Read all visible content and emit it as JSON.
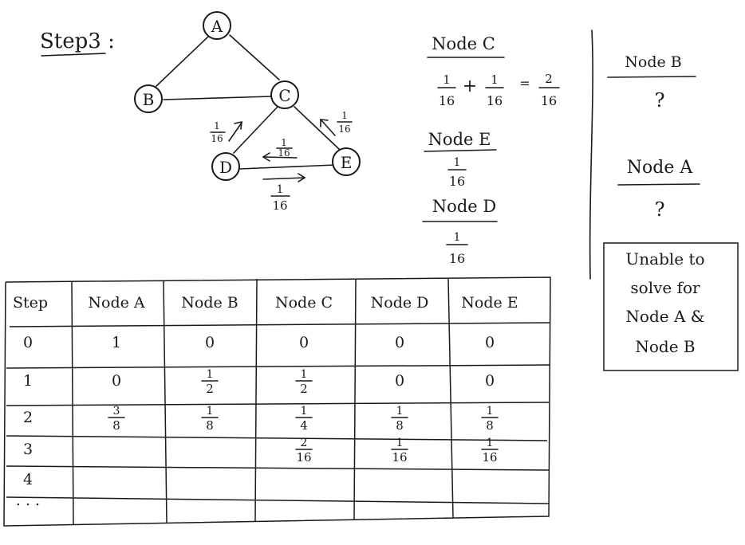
{
  "step_title": "Step3 :",
  "graph": {
    "nodes": [
      {
        "id": "A",
        "label": "A"
      },
      {
        "id": "B",
        "label": "B"
      },
      {
        "id": "C",
        "label": "C"
      },
      {
        "id": "D",
        "label": "D"
      },
      {
        "id": "E",
        "label": "E"
      }
    ],
    "edges": [
      [
        "A",
        "B"
      ],
      [
        "A",
        "C"
      ],
      [
        "B",
        "C"
      ],
      [
        "C",
        "D"
      ],
      [
        "C",
        "E"
      ],
      [
        "D",
        "E"
      ]
    ],
    "flow_labels": {
      "d_to_c": {
        "num": "1",
        "den": "16"
      },
      "e_to_c": {
        "num": "1",
        "den": "16"
      },
      "e_to_d": {
        "num": "1",
        "den": "16"
      },
      "d_to_e": {
        "num": "1",
        "den": "16"
      }
    }
  },
  "calculations": {
    "node_c": {
      "title": "Node C",
      "term1": {
        "num": "1",
        "den": "16"
      },
      "plus": "+",
      "term2": {
        "num": "1",
        "den": "16"
      },
      "equals": "=",
      "result": {
        "num": "2",
        "den": "16"
      }
    },
    "node_e": {
      "title": "Node E",
      "value": {
        "num": "1",
        "den": "16"
      }
    },
    "node_d": {
      "title": "Node D",
      "value": {
        "num": "1",
        "den": "16"
      }
    }
  },
  "side_panel": {
    "node_b": {
      "title": "Node B",
      "value": "?"
    },
    "node_a": {
      "title": "Node A",
      "value": "?"
    },
    "note_lines": [
      "Unable to",
      "solve for",
      "Node A &",
      "Node B"
    ]
  },
  "table": {
    "headers": [
      "Step",
      "Node A",
      "Node B",
      "Node C",
      "Node D",
      "Node E"
    ],
    "rows": [
      {
        "step": "0",
        "cells": [
          {
            "v": "1"
          },
          {
            "v": "0"
          },
          {
            "v": "0"
          },
          {
            "v": "0"
          },
          {
            "v": "0"
          }
        ]
      },
      {
        "step": "1",
        "cells": [
          {
            "v": "0"
          },
          {
            "num": "1",
            "den": "2"
          },
          {
            "num": "1",
            "den": "2"
          },
          {
            "v": "0"
          },
          {
            "v": "0"
          }
        ]
      },
      {
        "step": "2",
        "cells": [
          {
            "num": "3",
            "den": "8"
          },
          {
            "num": "1",
            "den": "8"
          },
          {
            "num": "1",
            "den": "4"
          },
          {
            "num": "1",
            "den": "8"
          },
          {
            "num": "1",
            "den": "8"
          }
        ]
      },
      {
        "step": "3",
        "cells": [
          {
            "v": ""
          },
          {
            "v": ""
          },
          {
            "num": "2",
            "den": "16"
          },
          {
            "num": "1",
            "den": "16"
          },
          {
            "num": "1",
            "den": "16"
          }
        ]
      },
      {
        "step": "4",
        "cells": [
          {
            "v": ""
          },
          {
            "v": ""
          },
          {
            "v": ""
          },
          {
            "v": ""
          },
          {
            "v": ""
          }
        ]
      },
      {
        "step": ". . .",
        "cells": [
          {
            "v": ""
          },
          {
            "v": ""
          },
          {
            "v": ""
          },
          {
            "v": ""
          },
          {
            "v": ""
          }
        ]
      }
    ]
  }
}
